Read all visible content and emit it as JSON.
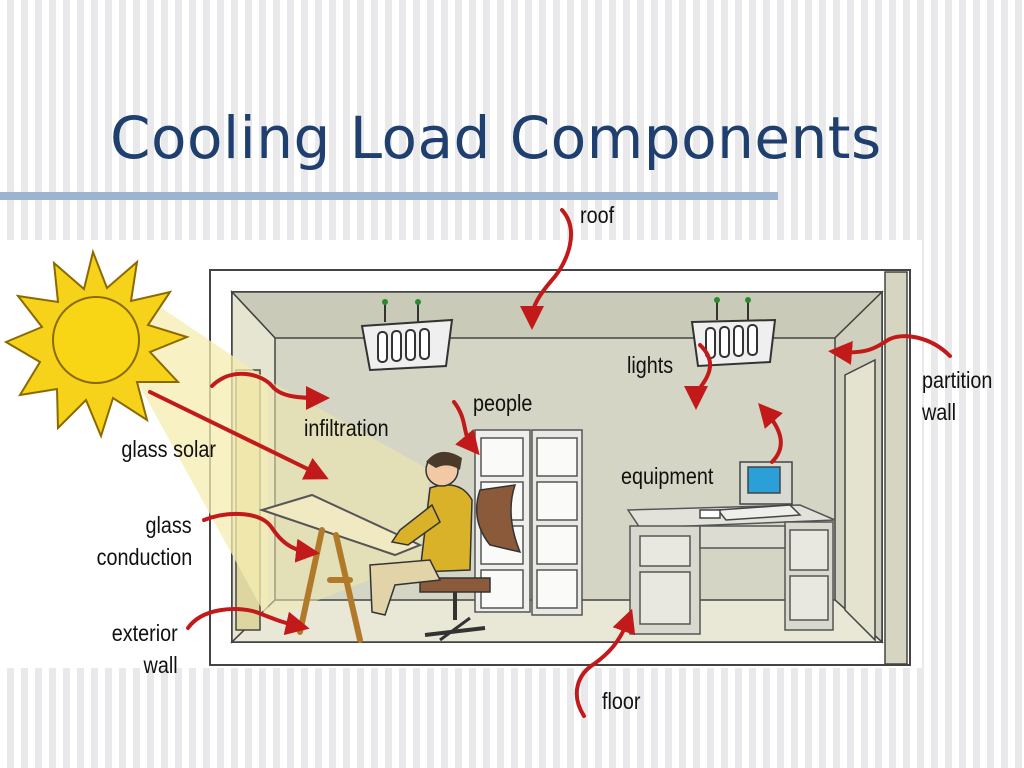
{
  "title": "Cooling Load Components",
  "labels": {
    "roof": "roof",
    "lights": "lights",
    "people": "people",
    "infiltration": "infiltration",
    "glass_solar": "glass solar",
    "glass_conduction_1": "glass",
    "glass_conduction_2": "conduction",
    "equipment": "equipment",
    "partition_wall_1": "partition",
    "partition_wall_2": "wall",
    "exterior_wall_1": "exterior",
    "exterior_wall_2": "wall",
    "floor": "floor"
  },
  "colors": {
    "title": "#1f3f6e",
    "rule": "#9db3cf",
    "arrow": "#c21a1a",
    "sun": "#f6d21b",
    "wall": "#d7d6c2",
    "interior": "#d5d6c6"
  }
}
